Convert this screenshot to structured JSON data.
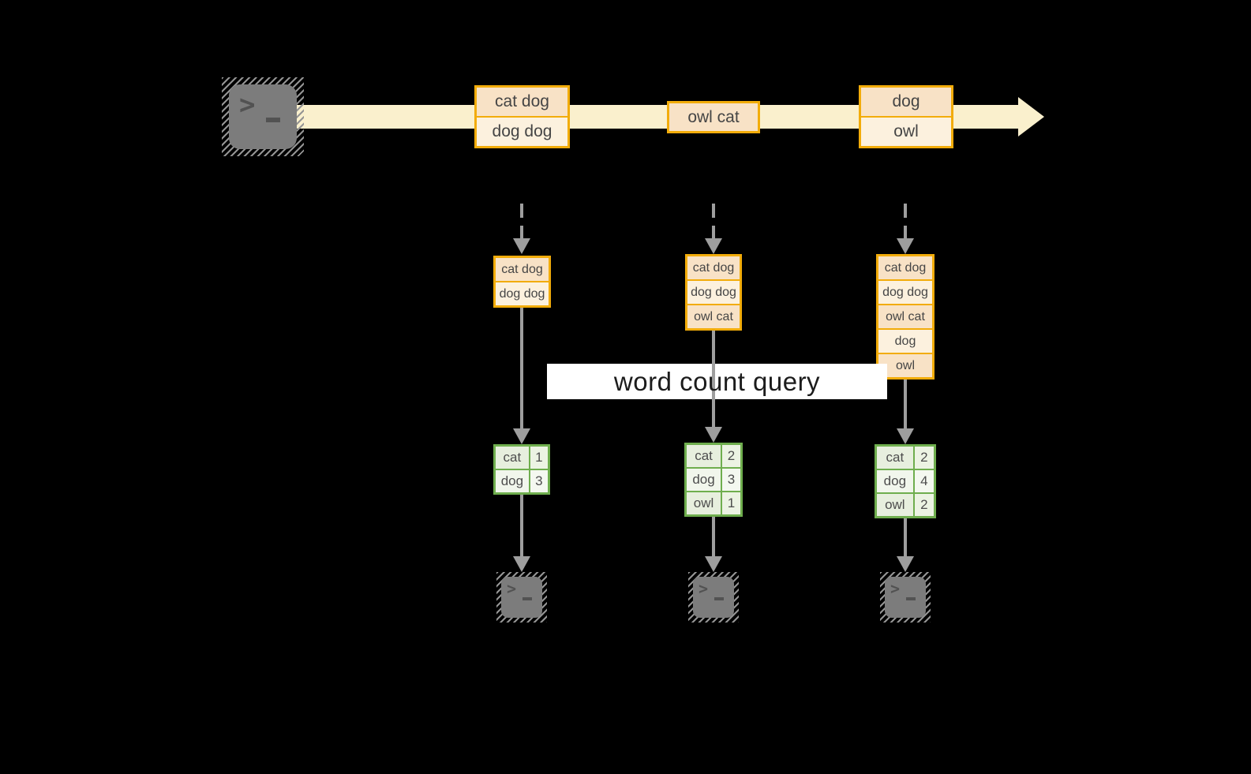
{
  "colors": {
    "background": "#000000",
    "stream_band": "#FAF0CD",
    "orange_border": "#F2AC0A",
    "record_peach": "#F8E2C6",
    "record_cream": "#FCF1DE",
    "green_border": "#6FAE4E",
    "green_cell_dark": "#E7EFDE",
    "green_cell_light": "#F1F6EC",
    "arrow_gray": "#9E9E9E",
    "terminal_gray": "#7C7C7C",
    "label_bg": "#FFFFFF",
    "label_text_color": "#1C1C1C",
    "record_text_color": "#454545"
  },
  "icons": {
    "terminal_prompt": ">"
  },
  "stream": {
    "batches": [
      {
        "records": [
          {
            "text": "cat dog"
          },
          {
            "text": "dog dog"
          }
        ]
      },
      {
        "records": [
          {
            "text": "owl cat"
          }
        ]
      },
      {
        "records": [
          {
            "text": "dog"
          },
          {
            "text": "owl"
          }
        ]
      }
    ]
  },
  "label": {
    "text": "word count query"
  },
  "columns": [
    {
      "accumulated": [
        "cat dog",
        "dog dog"
      ],
      "counts": [
        {
          "word": "cat",
          "count": 1
        },
        {
          "word": "dog",
          "count": 3
        }
      ]
    },
    {
      "accumulated": [
        "cat dog",
        "dog dog",
        "owl cat"
      ],
      "counts": [
        {
          "word": "cat",
          "count": 2
        },
        {
          "word": "dog",
          "count": 3
        },
        {
          "word": "owl",
          "count": 1
        }
      ]
    },
    {
      "accumulated": [
        "cat dog",
        "dog dog",
        "owl cat",
        "dog",
        "owl"
      ],
      "counts": [
        {
          "word": "cat",
          "count": 2
        },
        {
          "word": "dog",
          "count": 4
        },
        {
          "word": "owl",
          "count": 2
        }
      ]
    }
  ]
}
